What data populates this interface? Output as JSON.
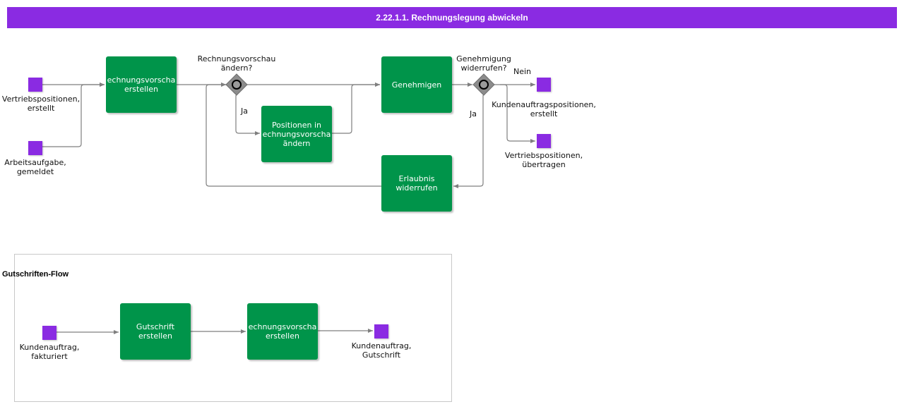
{
  "header": {
    "title": "2.22.1.1. Rechnungslegung abwickeln"
  },
  "colors": {
    "header": "#8a2be2",
    "task": "#00944a",
    "event": "#8a2be2",
    "gateway": "#8c8c8c",
    "flow": "#7f7f7f"
  },
  "main": {
    "events": {
      "start_vertrieb": "Vertriebspositionen,\nerstellt",
      "start_arbeit": "Arbeitsaufgabe,\ngemeldet",
      "end_kunden": "Kundenauftragspositionen,\nerstellt",
      "end_vertrieb": "Vertriebspositionen,\nübertragen"
    },
    "tasks": {
      "vorschau_erstellen": "echnungsvorscha\nerstellen",
      "positionen_aendern": "Positionen in\nechnungsvorscha\nändern",
      "genehmigen": "Genehmigen",
      "erlaubnis": "Erlaubnis\nwiderrufen"
    },
    "gateways": {
      "vorschau_aendern": "Rechnungsvorschau\nändern?",
      "genehmigung_widerrufen": "Genehmigung\nwiderrufen?"
    },
    "flow_labels": {
      "ja_1": "Ja",
      "nein": "Nein",
      "ja_2": "Ja"
    }
  },
  "group": {
    "title": "Gutschriften-Flow",
    "events": {
      "start": "Kundenauftrag,\nfakturiert",
      "end": "Kundenauftrag,\nGutschrift"
    },
    "tasks": {
      "gutschrift": "Gutschrift\nerstellen",
      "vorschau": "echnungsvorscha\nerstellen"
    }
  }
}
